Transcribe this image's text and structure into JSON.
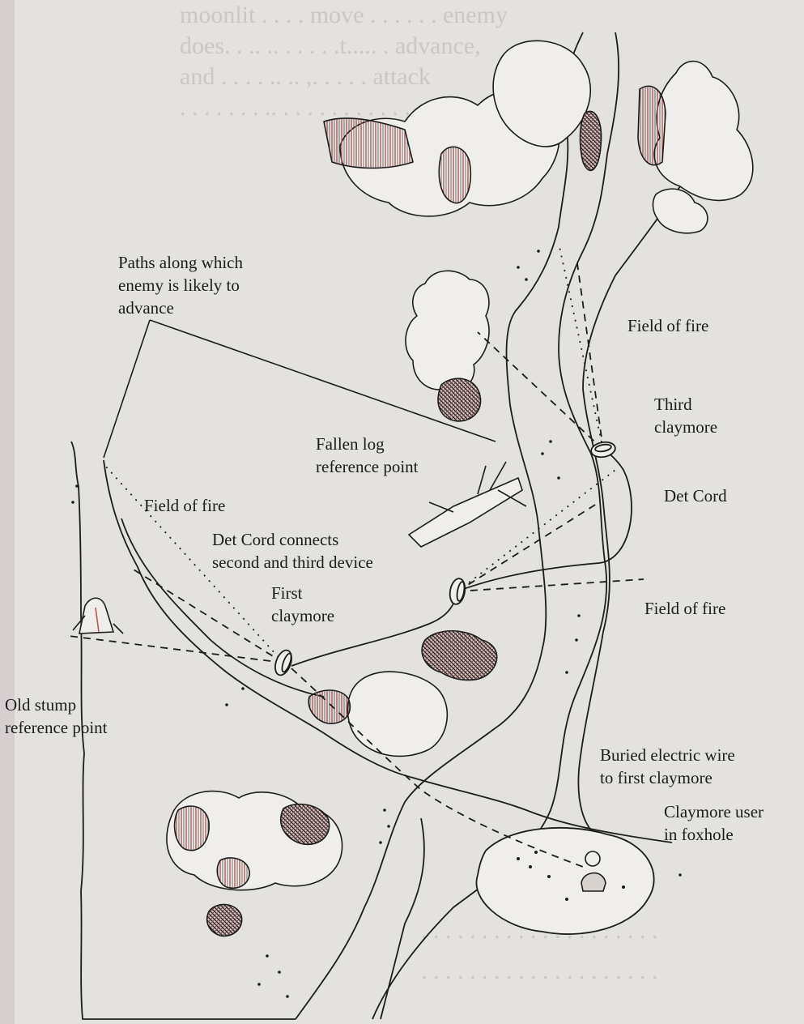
{
  "bleed_through": {
    "top_lines": [
      "moonlit . . . . move . . . . . . enemy",
      "does. . .. .. . . . . .t..... . advance,",
      "and . . . . .. .. ,. . . . . attack",
      ". . . . . . . .. . . . . . . . . . . . ."
    ],
    "bottom_lines": [
      ". . . . . . . . . . . . . . . . . . . .",
      ". . . . . . . . . . . . . . . . . . . ."
    ]
  },
  "labels": {
    "paths": [
      "Paths along which",
      "enemy is likely to",
      "advance"
    ],
    "field_of_fire_right_top": "Field of fire",
    "third_claymore": [
      "Third",
      "claymore"
    ],
    "fallen_log": [
      "Fallen log",
      "reference point"
    ],
    "det_cord_right": "Det Cord",
    "field_of_fire_left": "Field of fire",
    "det_cord_connects": [
      "Det Cord connects",
      "second and third device"
    ],
    "first_claymore": [
      "First",
      "claymore"
    ],
    "field_of_fire_right_mid": "Field of fire",
    "old_stump": [
      "Old stump",
      "reference point"
    ],
    "buried_wire": [
      "Buried electric wire",
      "to first claymore"
    ],
    "claymore_user": [
      "Claymore user",
      "in foxhole"
    ]
  },
  "colors": {
    "paper": "#e4e2de",
    "ink": "#1c1c1c",
    "hatch": "#b45a5a",
    "bleed": "#b6b3ae"
  },
  "icons": {
    "claymore": "claymore-icon",
    "foxhole_soldier": "soldier-icon",
    "stump": "stump-icon",
    "log": "log-icon"
  }
}
